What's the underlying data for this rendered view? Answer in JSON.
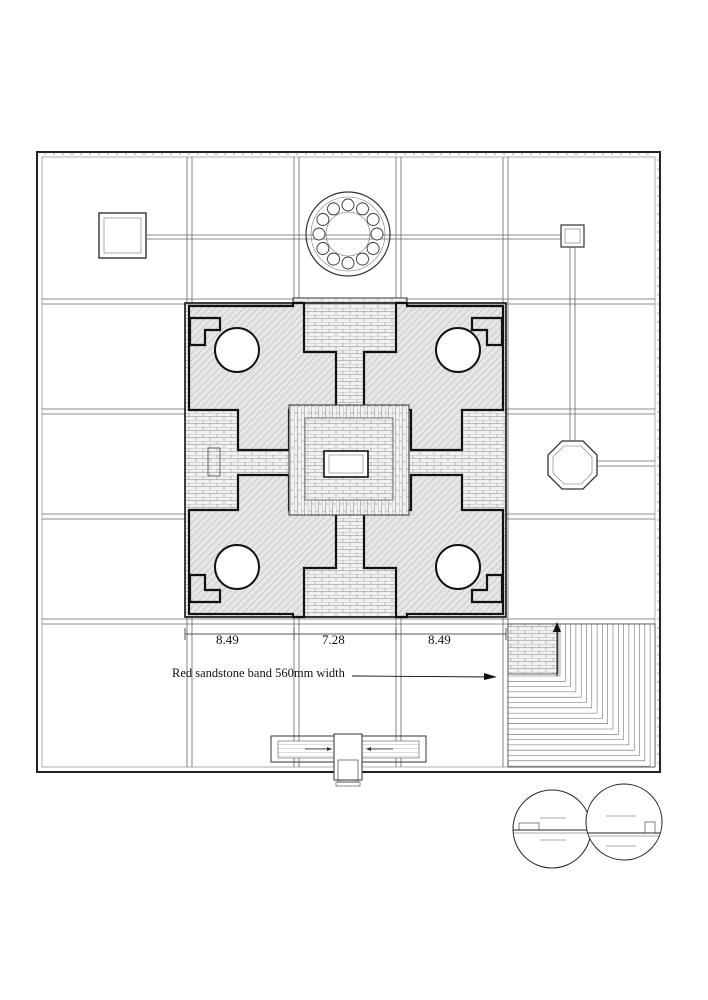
{
  "dimensions": {
    "left": "8.49",
    "center": "7.28",
    "right": "8.49"
  },
  "annotation": {
    "band_label": "Red sandstone band 560mm width"
  }
}
